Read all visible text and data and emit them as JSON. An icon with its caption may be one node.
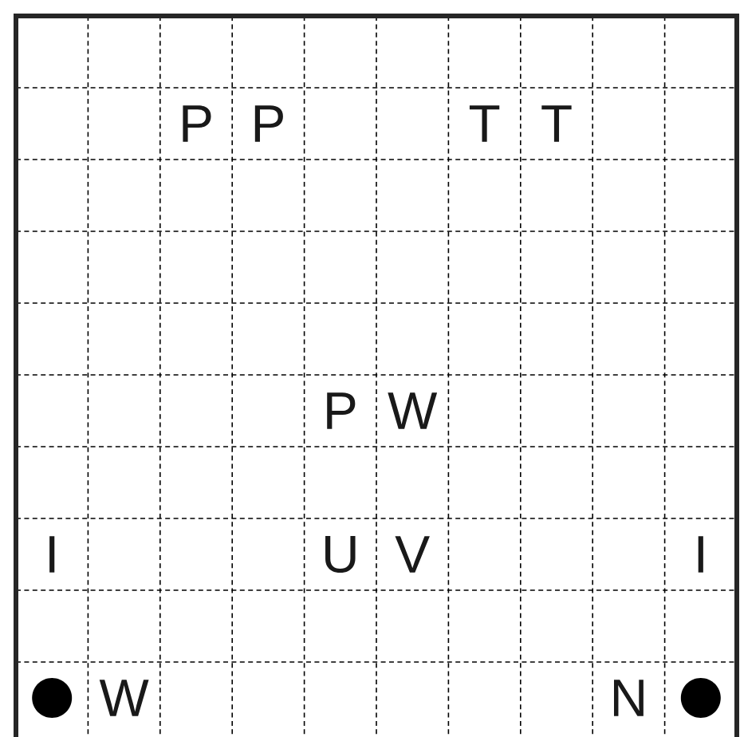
{
  "diagram": {
    "labels": [
      "P",
      "P",
      "T",
      "T",
      "P",
      "W",
      "I",
      "U",
      "V",
      "I",
      "W",
      "N"
    ]
  }
}
